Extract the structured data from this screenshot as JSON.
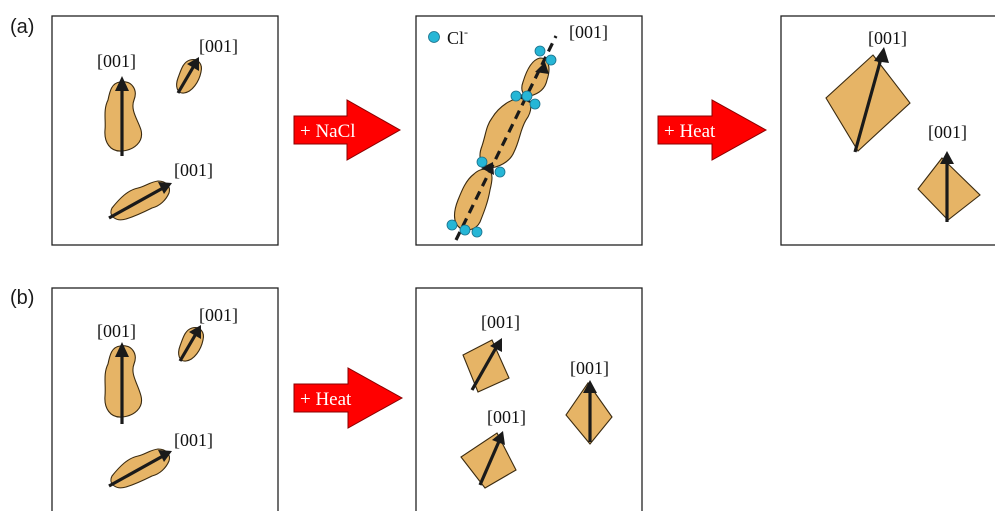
{
  "panel_labels": {
    "a": "(a)",
    "b": "(b)"
  },
  "direction_label": "[001]",
  "arrows": {
    "a_nacl": "+ NaCl",
    "a_heat": "+ Heat",
    "b_heat": "+ Heat"
  },
  "legend": {
    "ion_base": "Cl",
    "ion_charge": "-"
  },
  "colors": {
    "grain_fill": "#e6b466",
    "process_arrow": "#ff0000",
    "chloride_ion": "#26b6d6"
  }
}
